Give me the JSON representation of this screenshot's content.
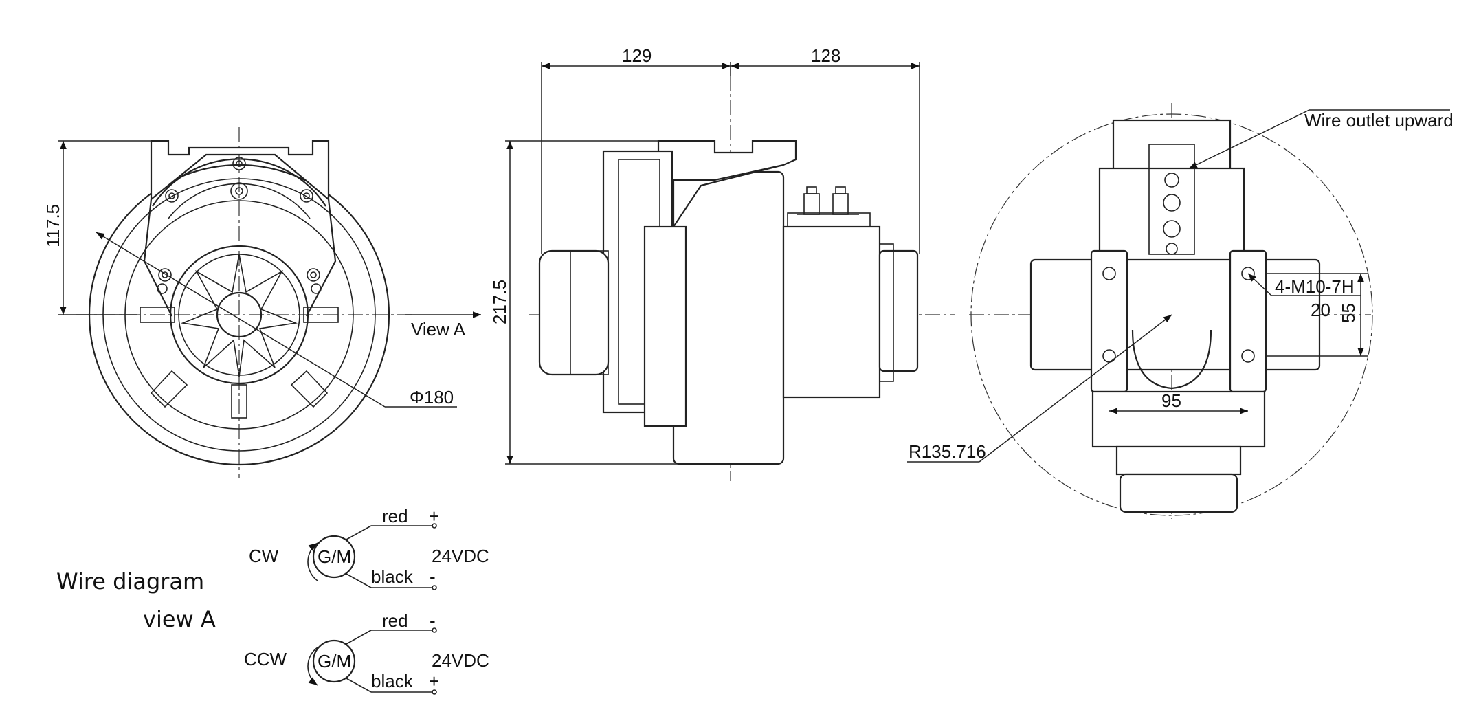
{
  "front_view": {
    "height_dim": "117.5",
    "view_label": "View A",
    "diameter_label": "Φ180"
  },
  "side_view": {
    "width_left": "129",
    "width_right": "128",
    "height_dim": "217.5"
  },
  "top_view": {
    "wire_outlet": "Wire outlet upward",
    "thread_label": "4-M10-7H",
    "dim_20": "20",
    "dim_55": "55",
    "dim_95": "95",
    "radius_label": "R135.716"
  },
  "wire_diagram": {
    "title": "Wire diagram",
    "subtitle": "view A",
    "cw": {
      "direction": "CW",
      "motor": "G/M",
      "red": "red",
      "red_sign": "+",
      "black": "black",
      "black_sign": "-",
      "voltage": "24VDC"
    },
    "ccw": {
      "direction": "CCW",
      "motor": "G/M",
      "red": "red",
      "red_sign": "-",
      "black": "black",
      "black_sign": "+",
      "voltage": "24VDC"
    }
  }
}
